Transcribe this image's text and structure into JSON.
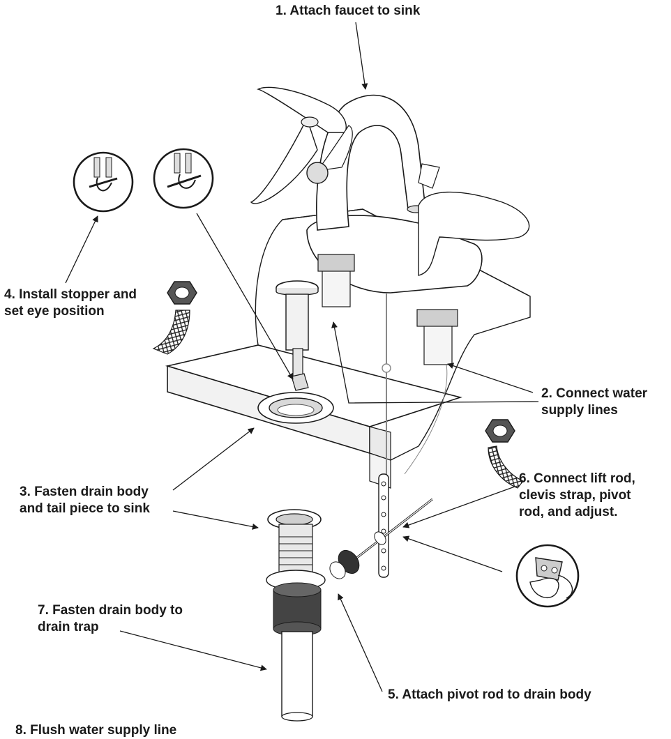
{
  "steps": [
    {
      "number": "1",
      "text": "1. Attach faucet to sink"
    },
    {
      "number": "2",
      "text": "2. Connect water\nsupply lines"
    },
    {
      "number": "3",
      "text": "3. Fasten drain body\nand tail piece to sink"
    },
    {
      "number": "4",
      "text": "4. Install stopper and\nset eye position"
    },
    {
      "number": "5",
      "text": "5. Attach pivot rod to drain body"
    },
    {
      "number": "6",
      "text": "6. Connect lift rod,\nclevis strap, pivot\nrod, and adjust."
    },
    {
      "number": "7",
      "text": "7. Fasten drain body to\ndrain trap"
    },
    {
      "number": "8",
      "text": "8. Flush water supply line"
    }
  ],
  "colors": {
    "line": "#1a1a1a",
    "fill": "#ffffff",
    "shade": "#d9d9d9",
    "dark": "#333333"
  }
}
